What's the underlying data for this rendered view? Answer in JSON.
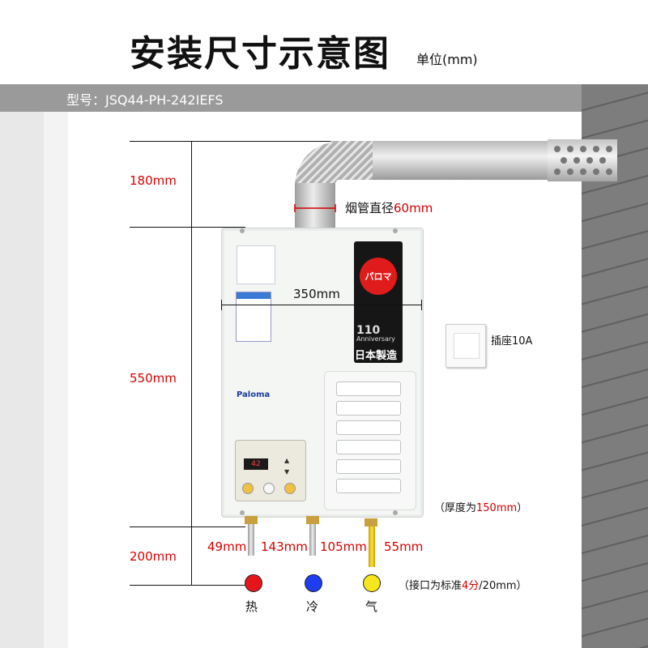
{
  "header": {
    "title": "安装尺寸示意图",
    "unit": "单位(mm)",
    "model": "型号：JSQ44-PH-242IEFS"
  },
  "dimensions": {
    "top_clearance": "180mm",
    "unit_height": "550mm",
    "bottom_clearance": "200mm",
    "unit_width": "350mm",
    "flue_prefix": "烟管直径",
    "flue_value": "60mm",
    "gap_1": "49mm",
    "gap_2": "143mm",
    "gap_3": "105mm",
    "gap_4": "55mm"
  },
  "notes": {
    "socket": "插座10A",
    "thickness_prefix": "（厚度为",
    "thickness_value": "150mm",
    "thickness_suffix": "）",
    "connector_prefix": "（接口为标准",
    "connector_value": "4分",
    "connector_suffix": "/20mm）"
  },
  "connections": [
    {
      "label": "热",
      "color": "#e8141c"
    },
    {
      "label": "冷",
      "color": "#1e3cf0"
    },
    {
      "label": "气",
      "color": "#f5e61e"
    }
  ],
  "heater": {
    "brand_logo": "パロマ",
    "anniversary_number": "110",
    "anniversary_text": "Anniversary",
    "made_in": "日本製造",
    "brand": "Paloma",
    "display": "42"
  },
  "colors": {
    "dimension_red": "#d40000",
    "model_bar": "#9a9a9a"
  }
}
